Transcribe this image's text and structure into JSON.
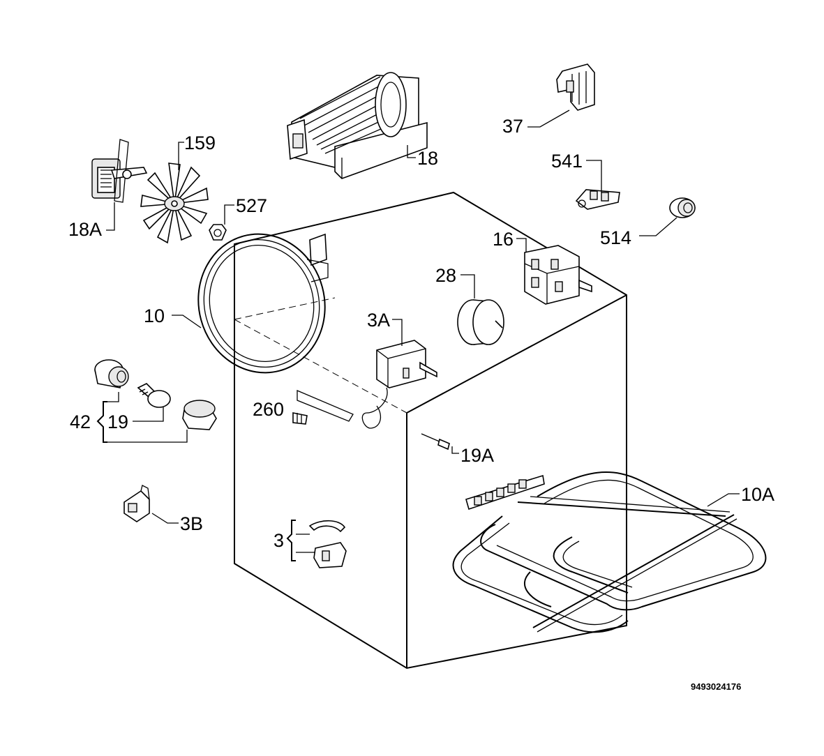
{
  "labels": {
    "fan_motor": "18A",
    "fan_blade": "159",
    "nut": "527",
    "tangential_fan": "18",
    "connector_37": "37",
    "terminal_block": "541",
    "grommet": "514",
    "selector_switch": "16",
    "timer": "28",
    "circular_element": "10",
    "thermostat": "3A",
    "lamp_assembly": "42",
    "lamp_bulb": "19",
    "sensor_probe": "260",
    "sensor_19a": "19A",
    "grill_element": "10A",
    "thermal_cutout": "3B",
    "clamp": "3"
  },
  "document_number": "9493024176"
}
